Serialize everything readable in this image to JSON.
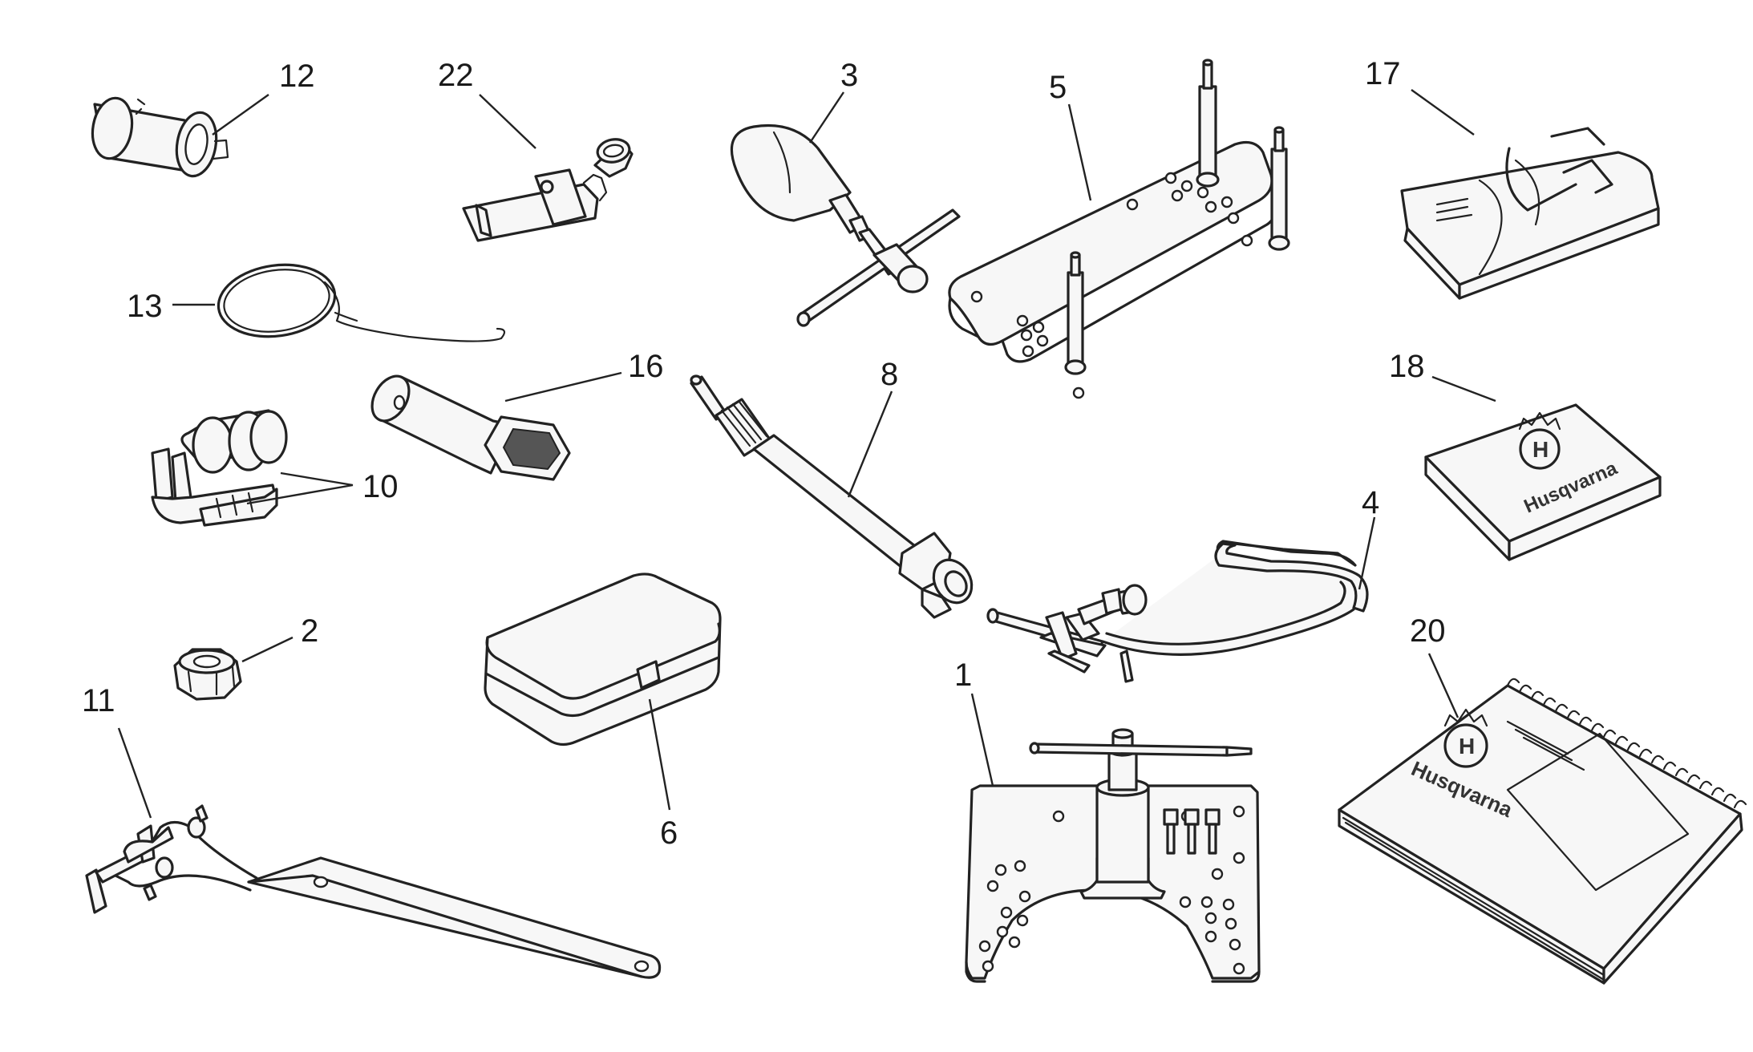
{
  "callouts": [
    "12",
    "22",
    "3",
    "5",
    "17",
    "13",
    "16",
    "8",
    "18",
    "10",
    "4",
    "2",
    "20",
    "11",
    "1",
    "6"
  ],
  "brand": {
    "logo_letter": "H",
    "wordmark": "Husqvarna"
  }
}
